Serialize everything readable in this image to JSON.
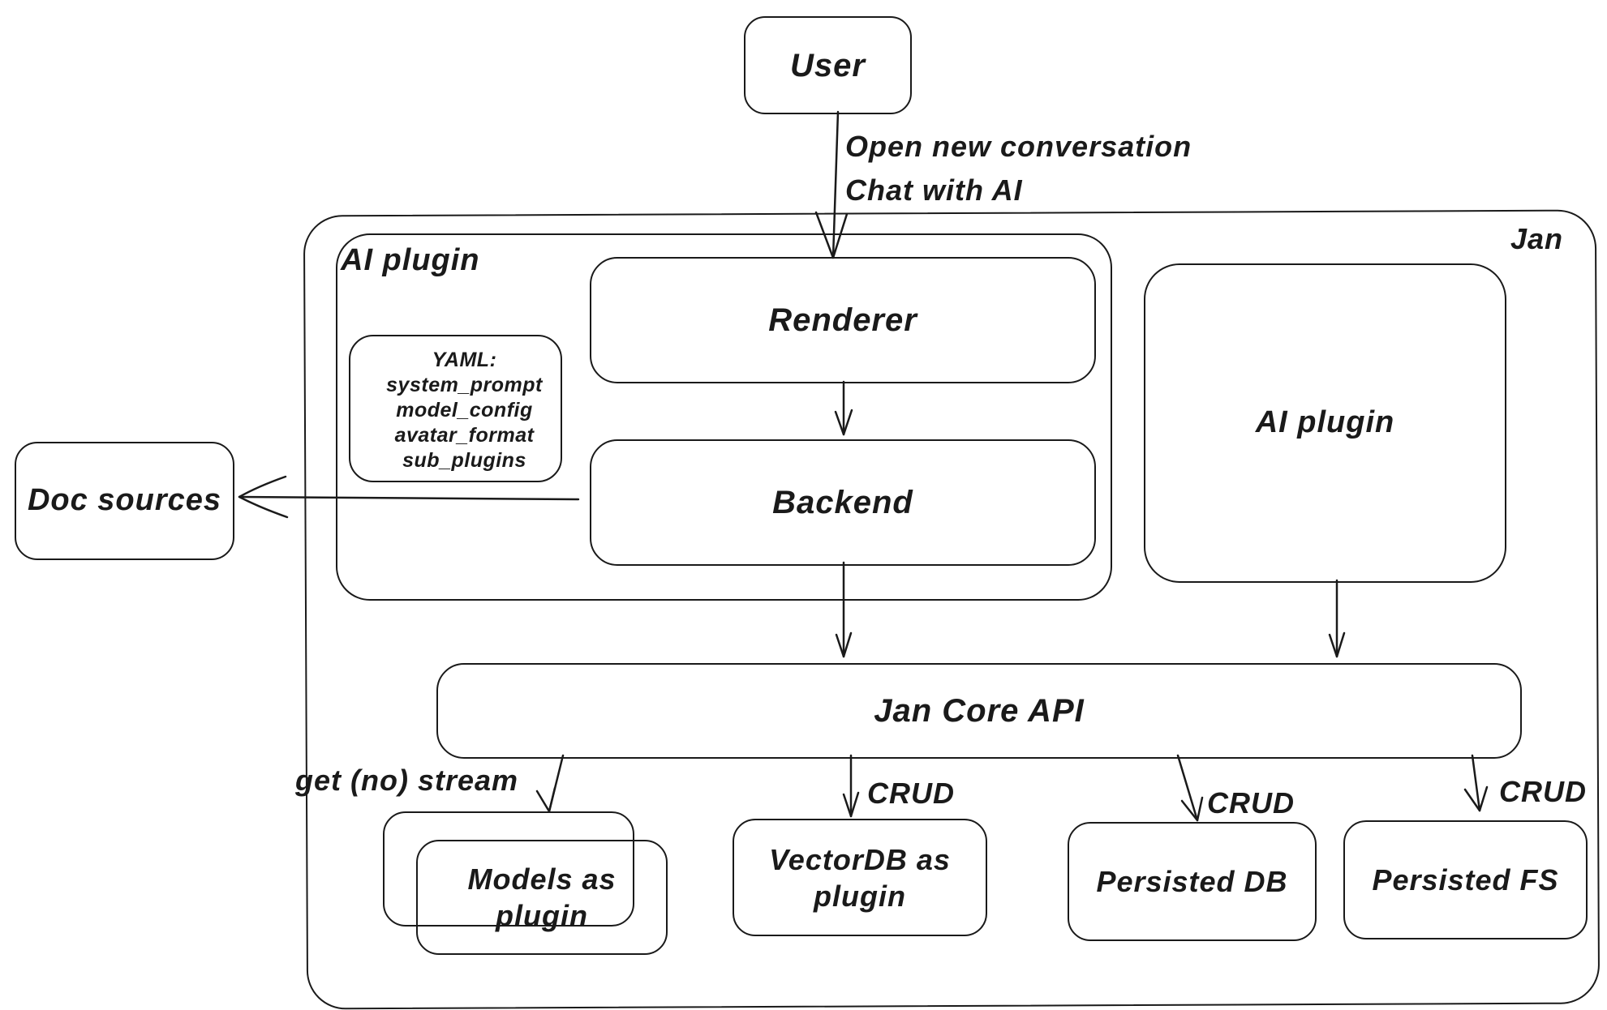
{
  "canvas": {
    "background": "#ffffff",
    "stroke": "#1a1a1a"
  },
  "nodes": {
    "user": {
      "label": "User"
    },
    "jan": {
      "label": "Jan"
    },
    "ai_plugin_left": {
      "label": "AI plugin"
    },
    "yaml_note": {
      "title": "YAML:",
      "lines": [
        "system_prompt",
        "model_config",
        "avatar_format",
        "sub_plugins"
      ]
    },
    "renderer": {
      "label": "Renderer"
    },
    "backend": {
      "label": "Backend"
    },
    "doc_sources": {
      "label": "Doc sources"
    },
    "ai_plugin_right": {
      "label": "AI plugin"
    },
    "jan_core_api": {
      "label": "Jan Core API"
    },
    "models_as_plugin": {
      "label": "Models as plugin"
    },
    "vectordb_as_plugin": {
      "label": "VectorDB as plugin"
    },
    "persisted_db": {
      "label": "Persisted DB"
    },
    "persisted_fs": {
      "label": "Persisted FS"
    }
  },
  "edges": {
    "user_open": {
      "line1": "Open new conversation",
      "line2": "Chat with AI"
    },
    "get_no_stream": {
      "label": "get (no) stream"
    },
    "crud_vectordb": {
      "label": "CRUD"
    },
    "crud_persisted_db": {
      "label": "CRUD"
    },
    "crud_persisted_fs": {
      "label": "CRUD"
    }
  }
}
